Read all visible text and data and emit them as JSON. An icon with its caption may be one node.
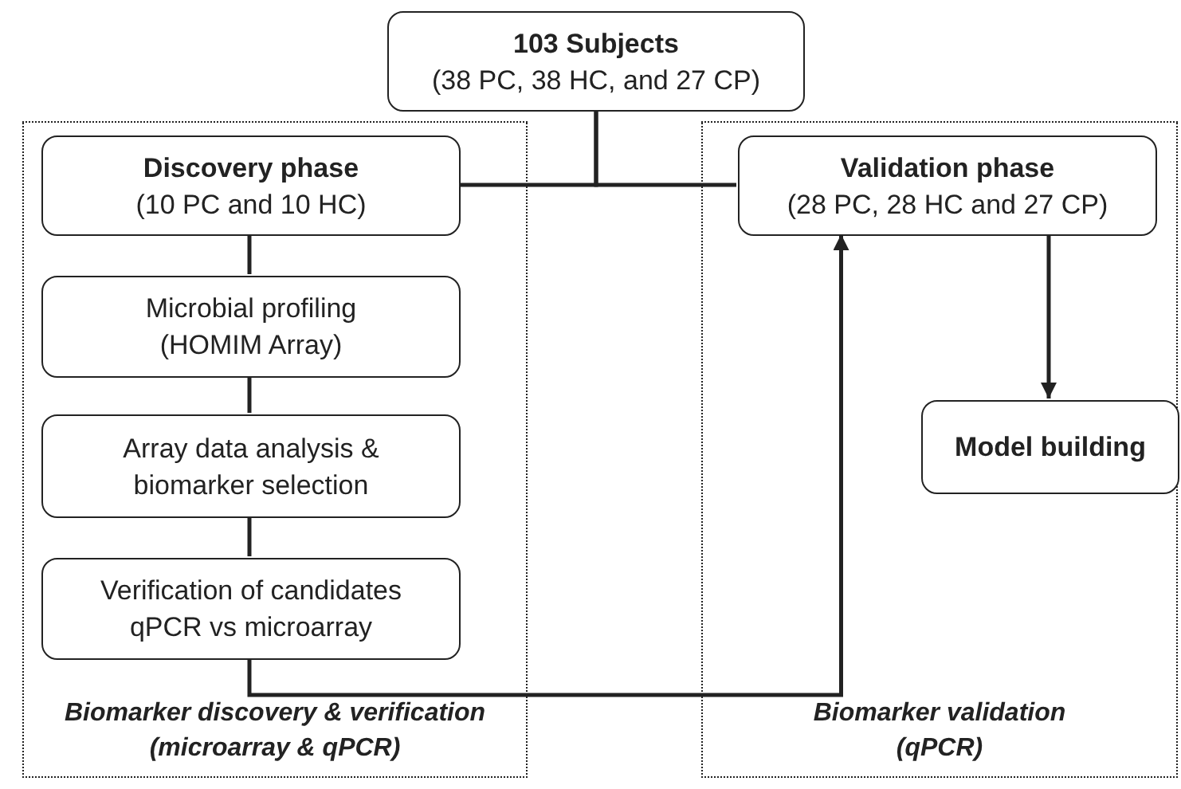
{
  "diagram": {
    "nodes": [
      {
        "text": [
          "Biomarker discovery & verification (microarray & qPCR)"
        ]
      },
      {
        "text": [
          "Biomarker validation (qPCR)"
        ]
      },
      {
        "text": [
          "103 Subjects",
          "(38 PC, 38 HC, and 27 CP)"
        ]
      },
      {
        "text": [
          "Discovery phase",
          "(10 PC and 10 HC)"
        ],
        "in": 0
      },
      {
        "text": [
          "Microbial profiling (HOMIM Array)"
        ],
        "in": 0
      },
      {
        "text": [
          "Array data analysis & biomarker selection"
        ],
        "in": 0
      },
      {
        "text": [
          "Verification of candidates qPCR vs microarray"
        ],
        "in": 0
      },
      {
        "text": [
          "Validation phase",
          "(28 PC, 28 HC and 27 CP)"
        ],
        "in": 1
      },
      {
        "text": [
          "Model building"
        ],
        "in": 1
      }
    ],
    "edges": [
      {
        "from": 2,
        "to": 3,
        "arrow": "none"
      },
      {
        "from": 2,
        "to": 7,
        "arrow": "none"
      },
      {
        "from": 3,
        "to": 4,
        "arrow": "none"
      },
      {
        "from": 4,
        "to": 5,
        "arrow": "none"
      },
      {
        "from": 5,
        "to": 6,
        "arrow": "none"
      },
      {
        "from": 6,
        "to": 7,
        "arrow": "to"
      },
      {
        "from": 7,
        "to": 8,
        "arrow": "to"
      }
    ]
  }
}
